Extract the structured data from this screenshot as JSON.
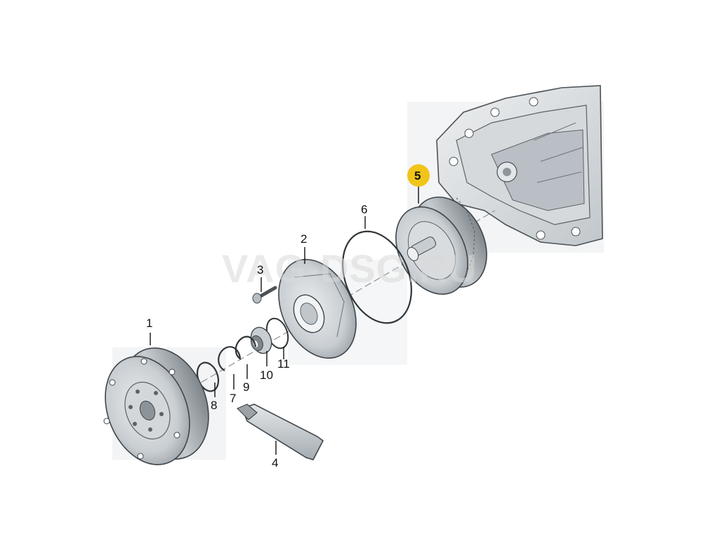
{
  "watermark": "VAG-DSG.RU",
  "highlight_color": "#f0c419",
  "callouts": {
    "c1": "1",
    "c2": "2",
    "c3": "3",
    "c4": "4",
    "c5": "5",
    "c6": "6",
    "c7": "7",
    "c8": "8",
    "c9": "9",
    "c10": "10",
    "c11": "11"
  }
}
